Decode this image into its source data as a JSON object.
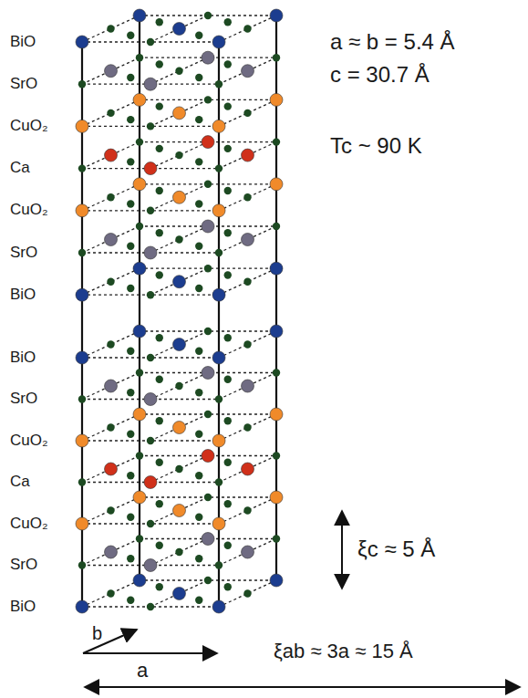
{
  "diagram": {
    "labels": [
      "BiO",
      "SrO",
      "CuO₂",
      "Ca",
      "CuO₂",
      "SrO",
      "BiO",
      "BiO",
      "SrO",
      "CuO₂",
      "Ca",
      "CuO₂",
      "SrO",
      "BiO",
      "a ≈ b = 5.4 Å",
      "c = 30.7 Å",
      "Tc ~ 90 K",
      "ξc ≈ 5 Å",
      "b",
      "a",
      "ξab ≈ 3a ≈ 15 Å"
    ]
  }
}
